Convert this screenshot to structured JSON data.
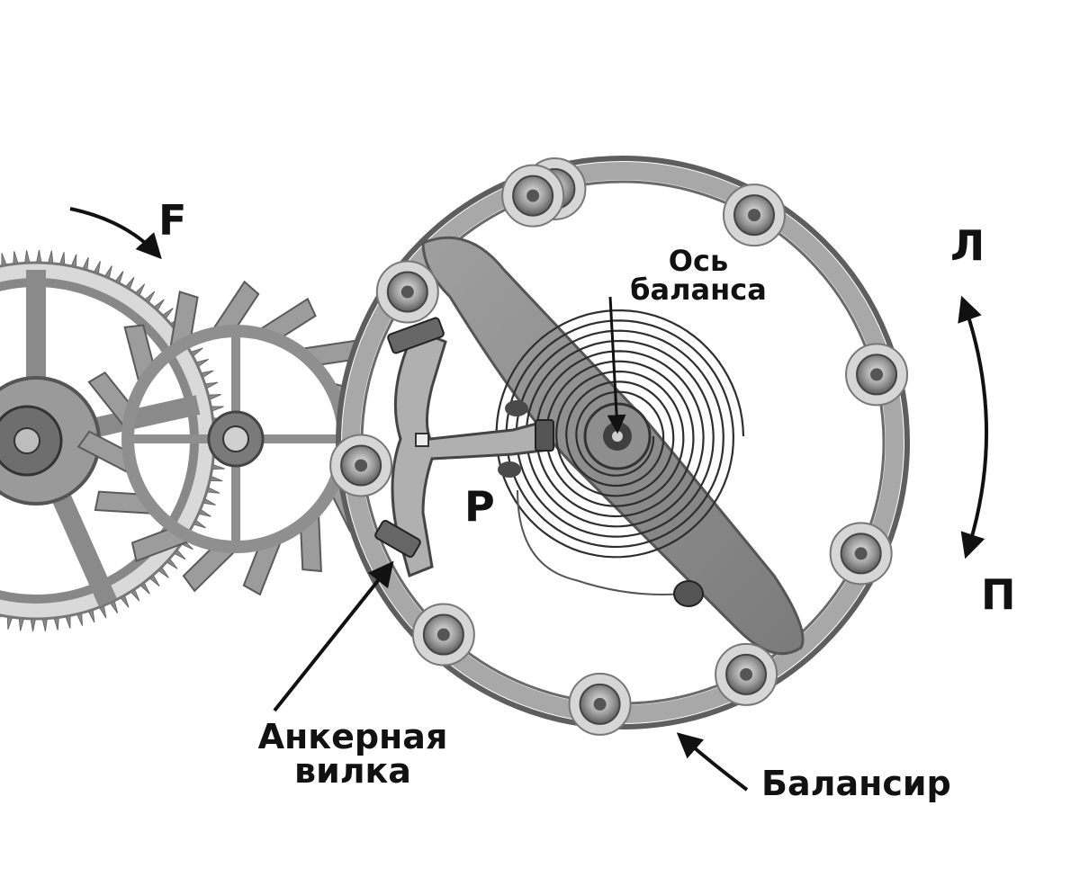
{
  "labels": {
    "force": "F",
    "axis_line1": "Ось",
    "axis_line2": "баланса",
    "left_dir": "Л",
    "right_dir": "П",
    "pallet_pin": "P",
    "fork_line1": "Анкерная",
    "fork_line2": "вилка",
    "balance": "Балансир"
  },
  "colors": {
    "metal": "#8c8c8c",
    "metal_dark": "#555555",
    "metal_light": "#c8c8c8",
    "ink": "#111111"
  }
}
